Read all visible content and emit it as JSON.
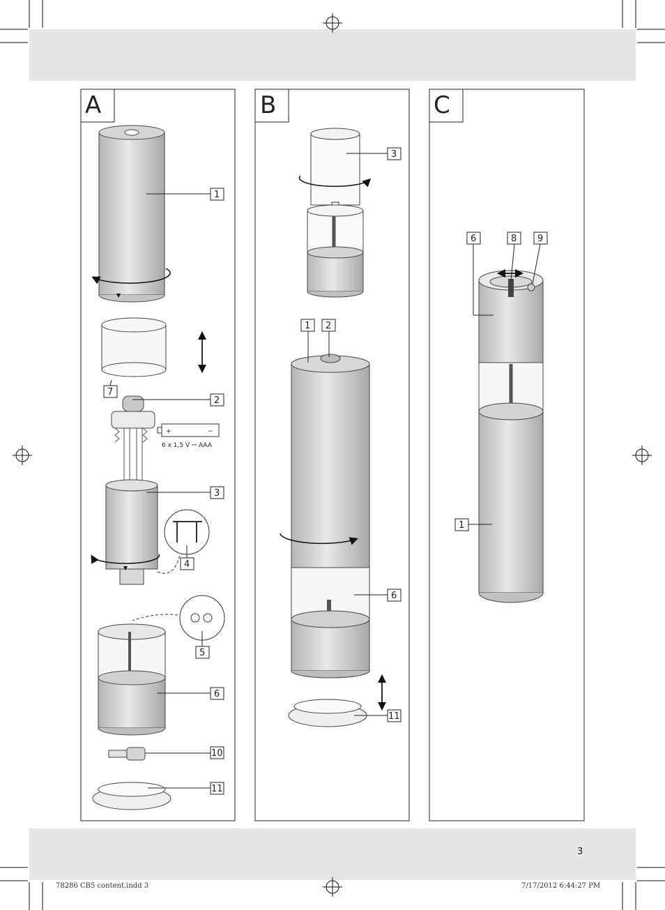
{
  "page_number": "3",
  "footer": {
    "file_info": "78286 CB5 content.indd   3",
    "timestamp": "7/17/2012   6:44:27 PM"
  },
  "panels": {
    "a": {
      "letter": "A"
    },
    "b": {
      "letter": "B"
    },
    "c": {
      "letter": "C"
    }
  },
  "battery": {
    "plus": "+",
    "minus": "−",
    "spec": "6 x 1,5 V ⎓ AAA"
  },
  "callouts": {
    "a": [
      "1",
      "7",
      "2",
      "3",
      "4",
      "5",
      "6",
      "10",
      "11"
    ],
    "b": [
      "3",
      "1",
      "2",
      "6",
      "11"
    ],
    "c": [
      "6",
      "8",
      "9",
      "1"
    ]
  }
}
